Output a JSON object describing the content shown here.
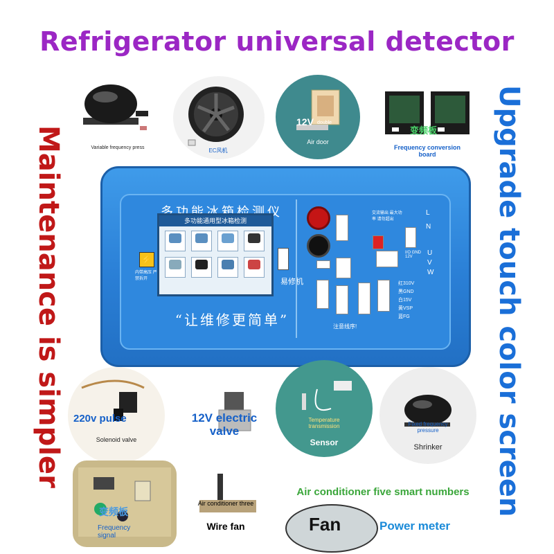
{
  "title": "Refrigerator universal detector",
  "side_left": "Maintenance is simpler",
  "side_right": "Upgrade touch color screen",
  "top_items": [
    {
      "caption": "Variable frequency press"
    },
    {
      "caption": "EC风机"
    },
    {
      "caption": "Air door",
      "overlay": "12V",
      "overlay2": "double"
    },
    {
      "caption": "Frequency conversion board",
      "overlay": "变频板"
    }
  ],
  "device": {
    "header": "多功能冰箱检测仪",
    "screen_title": "多功能通用型冰箱检测",
    "slogan": "“让维修更简单”",
    "brand": "易修机",
    "warning": "内带高压 严禁拆开",
    "ports_right_top": [
      "L",
      "N"
    ],
    "ports_right_mid": [
      "U",
      "V",
      "W"
    ],
    "inputs_labels": [
      "红310V",
      "黑GND",
      "白15V",
      "黄VSP",
      "蓝FG"
    ],
    "note": "注意线序!",
    "power_label": "交流输出 最大功率 请勿超出",
    "dc_label": "12V",
    "dc_label2": "I/O GND 12V"
  },
  "bottom_items": [
    {
      "caption": "Solenoid valve",
      "overlay": "220v pulse"
    },
    {
      "caption": "12V electric valve"
    },
    {
      "caption": "Sensor",
      "overlay": "Temperature transmission"
    },
    {
      "caption": "Shrinker",
      "overlay": "Fixed frequency pressure"
    }
  ],
  "lower_row": {
    "freq_signal": "Frequency signal",
    "freq_overlay": "变频板",
    "wire_fan_small": "Air conditioner three",
    "wire_fan": "Wire fan",
    "ac_five": "Air conditioner five smart numbers",
    "fan": "Fan",
    "power_meter": "Power meter"
  },
  "colors": {
    "title": "#9b27c4",
    "left_text": "#c01818",
    "right_text": "#1a6fd8",
    "device_blue": "#2a7fd6"
  }
}
